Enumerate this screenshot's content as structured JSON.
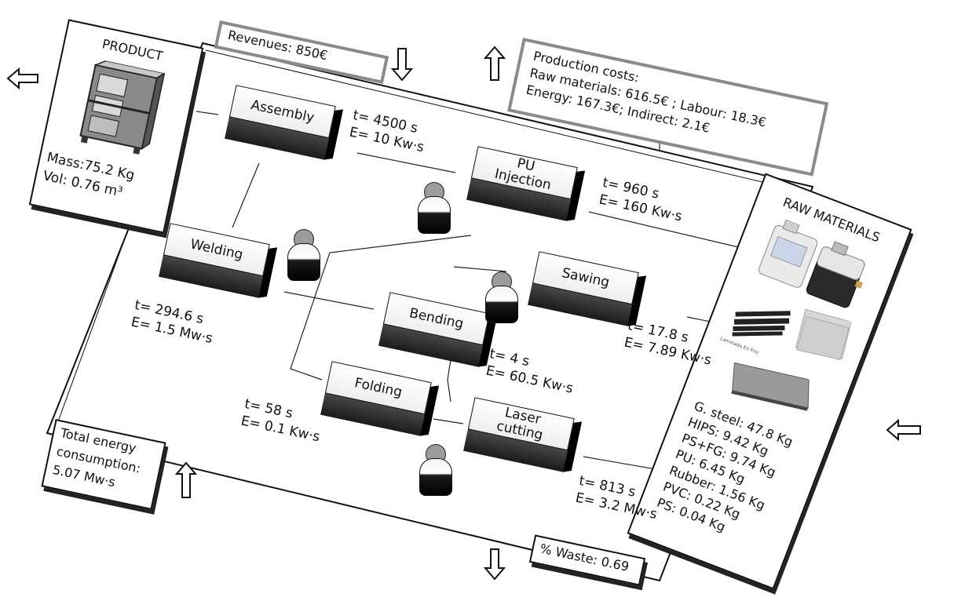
{
  "product": {
    "title": "PRODUCT",
    "mass": "Mass:75.2 Kg",
    "vol": "Vol: 0.76 m³"
  },
  "revenues": "Revenues: 850€",
  "costs": {
    "line1": "Production costs:",
    "line2": "Raw materials: 616.5€ ; Labour: 18.3€",
    "line3": "Energy: 167.3€; Indirect: 2.1€"
  },
  "raw_materials": {
    "title": "RAW MATERIALS",
    "image_caption": "Laminado En Frio",
    "list": [
      "G. steel: 47.8 Kg",
      "HIPS: 9.42 Kg",
      "PS+FG: 9.74 Kg",
      "PU: 6.45 Kg",
      "Rubber: 1.56 Kg",
      "PVC: 0.22 Kg",
      "PS: 0.04 Kg"
    ]
  },
  "total_energy": {
    "line1": "Total energy",
    "line2": "consumption:",
    "line3": "5.07 Mw·s"
  },
  "waste": "% Waste: 0.69",
  "processes": {
    "assembly": {
      "label": "Assembly",
      "t": "t= 4500 s",
      "e": "E= 10 Kw·s"
    },
    "pu_injection": {
      "label1": "PU",
      "label2": "Injection",
      "t": "t= 960 s",
      "e": "E= 160 Kw·s"
    },
    "welding": {
      "label": "Welding",
      "t": "t= 294.6 s",
      "e": "E= 1.5 Mw·s"
    },
    "sawing": {
      "label": "Sawing",
      "t": "t= 17.8 s",
      "e": "E= 7.89 Kw·s"
    },
    "bending": {
      "label": "Bending",
      "t": "t= 4 s",
      "e": "E= 60.5 Kw·s"
    },
    "folding": {
      "label": "Folding",
      "t": "t= 58 s",
      "e": "E= 0.1 Kw·s"
    },
    "laser_cutting": {
      "label1": "Laser",
      "label2": "cutting",
      "t": "t= 813 s",
      "e": "E= 3.2 Mw·s"
    }
  },
  "colors": {
    "panel_border": "#111111",
    "box_front": "#2a2a2a",
    "box_top": "#f2f2f2",
    "worker_head": "#9c9c9c",
    "callout_border": "#8a8a8a"
  }
}
